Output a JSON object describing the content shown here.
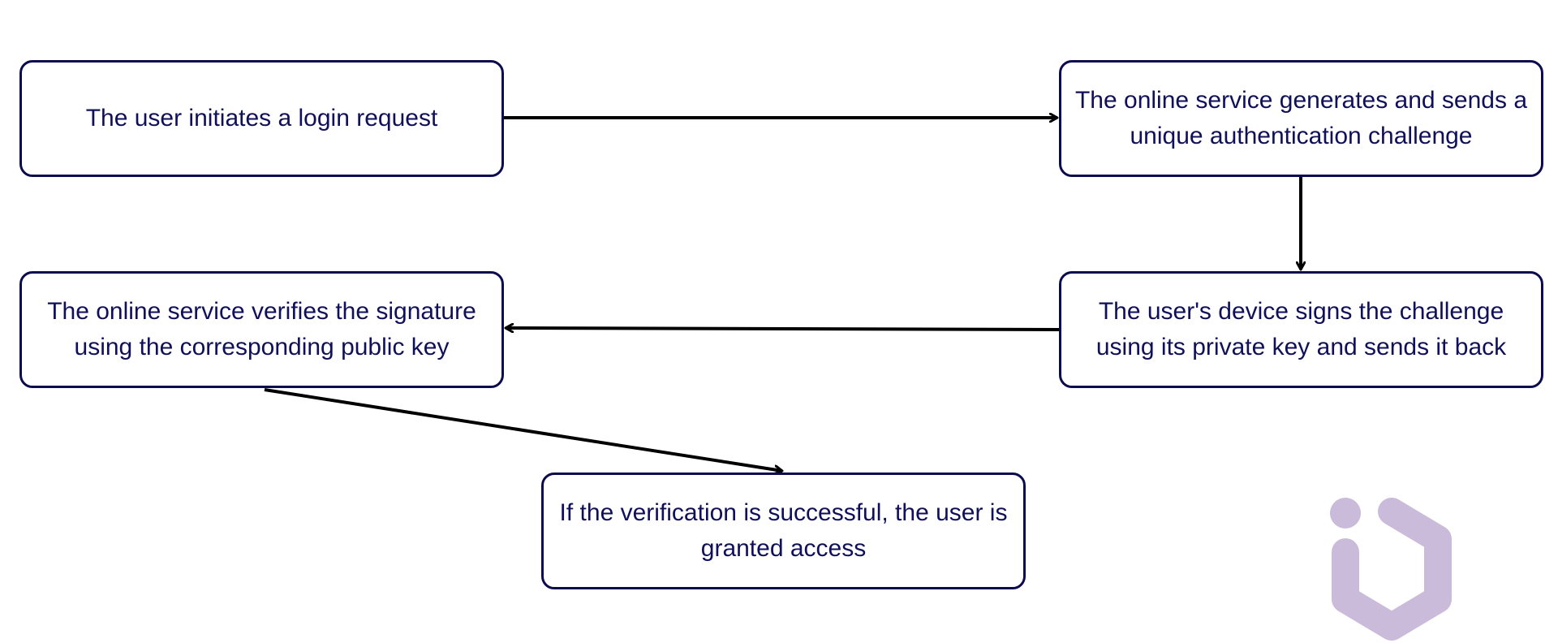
{
  "diagram": {
    "colors": {
      "node_border": "#0b0b4d",
      "node_text": "#10105a",
      "edge": "#000000",
      "logo": "#cbbbdb"
    },
    "nodes": [
      {
        "id": "n1",
        "label": "The user initiates a login request"
      },
      {
        "id": "n2",
        "label": "The online service generates and sends a unique authentication challenge"
      },
      {
        "id": "n3",
        "label": "The user's device signs the challenge using its private key and sends it back"
      },
      {
        "id": "n4",
        "label": "The online service verifies the signature using the corresponding public key"
      },
      {
        "id": "n5",
        "label": "If the verification is successful, the user is granted access"
      }
    ],
    "edges": [
      {
        "from": "n1",
        "to": "n2"
      },
      {
        "from": "n2",
        "to": "n3"
      },
      {
        "from": "n3",
        "to": "n4"
      },
      {
        "from": "n4",
        "to": "n5"
      }
    ],
    "logo": {
      "icon": "brand-logo-icon"
    }
  }
}
